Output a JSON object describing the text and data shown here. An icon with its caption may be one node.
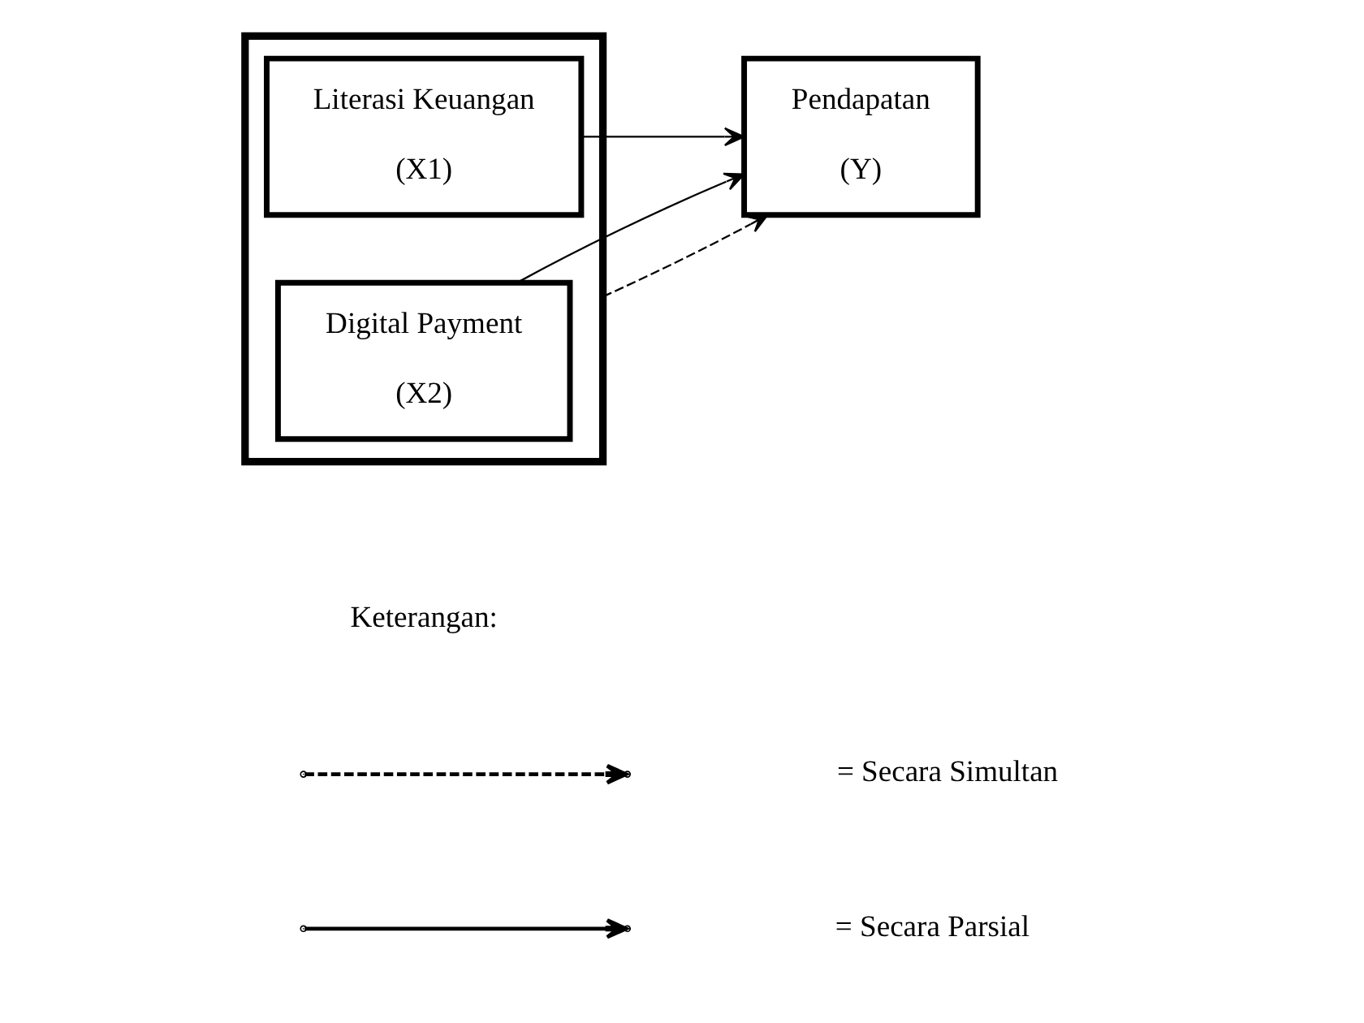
{
  "diagram": {
    "nodes": [
      {
        "text": [],
        "shape": "box"
      },
      {
        "text": [
          "Literasi Keuangan",
          "(X1)"
        ],
        "in": 0
      },
      {
        "text": [
          "Digital Payment",
          "(X2)"
        ],
        "in": 0
      },
      {
        "text": [
          "Pendapatan",
          "(Y)"
        ]
      }
    ],
    "edges": [
      {
        "from": 1,
        "to": 3,
        "arrow": "to"
      },
      {
        "from": 2,
        "to": 3,
        "arrow": "to"
      },
      {
        "from": 0,
        "to": 3,
        "arrow": "to",
        "style": "dashed"
      }
    ],
    "labels": [
      "Keterangan:"
    ],
    "legend": [
      {
        "text": "= Secara Simultan"
      },
      {
        "text": "= Secara Parsial"
      }
    ]
  }
}
